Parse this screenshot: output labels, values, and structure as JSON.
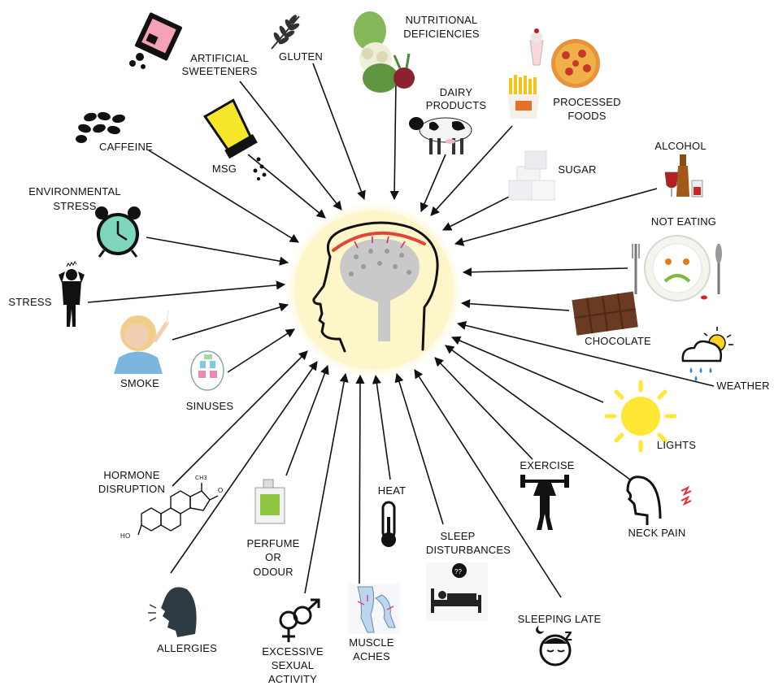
{
  "center": {
    "label": ""
  },
  "triggers": {
    "artificial_sweeteners": [
      "ARTIFICIAL",
      "SWEETENERS"
    ],
    "gluten": [
      "GLUTEN"
    ],
    "nutritional_deficiencies": [
      "NUTRITIONAL",
      "DEFICIENCIES"
    ],
    "dairy_products": [
      "DAIRY",
      "PRODUCTS"
    ],
    "processed_foods": [
      "PROCESSED",
      "FOODS"
    ],
    "caffeine": [
      "CAFFEINE"
    ],
    "msg": [
      "MSG"
    ],
    "sugar": [
      "SUGAR"
    ],
    "alcohol": [
      "ALCOHOL"
    ],
    "environmental_stress": [
      "ENVIRONMENTAL",
      "STRESS"
    ],
    "not_eating": [
      "NOT EATING"
    ],
    "stress": [
      "STRESS"
    ],
    "chocolate": [
      "CHOCOLATE"
    ],
    "smoke": [
      "SMOKE"
    ],
    "weather": [
      "WEATHER"
    ],
    "sinuses": [
      "SINUSES"
    ],
    "lights": [
      "LIGHTS"
    ],
    "exercise": [
      "EXERCISE"
    ],
    "hormone_disruption": [
      "HORMONE",
      "DISRUPTION"
    ],
    "heat": [
      "HEAT"
    ],
    "neck_pain": [
      "NECK PAIN"
    ],
    "perfume_or_odour": [
      "PERFUME",
      "OR",
      "ODOUR"
    ],
    "sleep_disturbances": [
      "SLEEP",
      "DISTURBANCES"
    ],
    "allergies": [
      "ALLERGIES"
    ],
    "sleeping_late": [
      "SLEEPING LATE"
    ],
    "excessive_sexual_activity": [
      "EXCESSIVE",
      "SEXUAL",
      "ACTIVITY"
    ],
    "muscle_aches": [
      "MUSCLE",
      "ACHES"
    ]
  },
  "icons": {
    "sweetener": "sweetener-packet-icon",
    "gluten": "wheat-icon",
    "vegetables": "vegetables-icon",
    "cow": "cow-icon",
    "fast_food": "fast-food-icon",
    "coffee": "coffee-beans-icon",
    "msg": "salt-shaker-icon",
    "sugar": "sugar-cubes-icon",
    "alcohol": "alcohol-bottles-icon",
    "clock": "alarm-clock-icon",
    "plate": "sad-plate-icon",
    "stress": "stressed-person-icon",
    "chocolate": "chocolate-bar-icon",
    "smoke": "smoking-woman-icon",
    "weather": "cloud-sun-rain-icon",
    "sinus": "sinus-face-icon",
    "sun": "sun-icon",
    "exercise": "weightlifter-icon",
    "hormone": "steroid-molecule-icon",
    "heat": "thermometer-icon",
    "neck": "neck-pain-head-icon",
    "perfume": "perfume-bottle-icon",
    "sleep": "sleep-disturbance-bed-icon",
    "allergy": "sneezing-head-icon",
    "sleeping_late": "sleeping-face-icon",
    "gender": "gender-symbols-icon",
    "muscle": "leg-muscle-icon",
    "head": "migraine-head-icon"
  },
  "molecule": {
    "oh_label": "HO",
    "o_label": "O",
    "ch3_label": "CH3"
  },
  "colors": {
    "center_circle": "#fdf6c8",
    "center_glow": "#fffbe2",
    "brain": "#c9c9c9",
    "pain_arc": "#e8413a",
    "pain_arrows": "#e0227a",
    "arrow": "#111111",
    "sun": "#ffe733",
    "msg_shaker": "#f5e62a",
    "sweetener_packet": "#f4a3b4",
    "perfume": "#8ec63f"
  }
}
